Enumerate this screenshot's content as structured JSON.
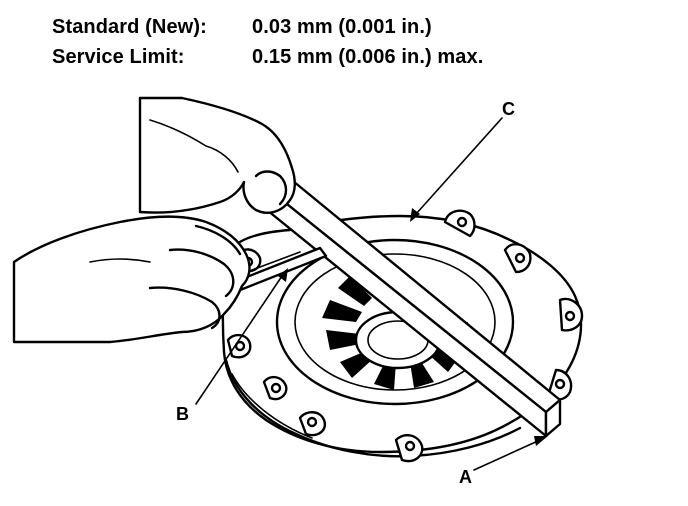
{
  "specs": [
    {
      "label": "Standard (New):",
      "value": "0.03 mm (0.001 in.)"
    },
    {
      "label": "Service Limit:",
      "value": "0.15 mm (0.006 in.) max."
    }
  ],
  "callouts": {
    "a": "A",
    "b": "B",
    "c": "C"
  },
  "colors": {
    "line": "#000000",
    "background": "#ffffff"
  }
}
